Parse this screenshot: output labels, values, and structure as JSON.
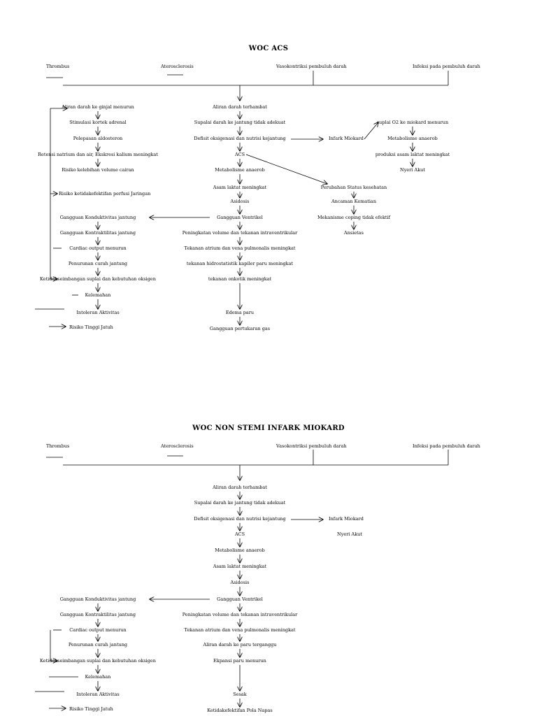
{
  "diagrams": [
    {
      "title": "WOC ACS",
      "nodes": {
        "c_thrombus": "Thrombus",
        "c_atero": "Aterosclerosis",
        "c_vaso": "Vasokontriksi pembuluh darah",
        "c_infeksi": "Infeksi pada pembuluh darah",
        "n1": "Aliran darah terhambat",
        "n2": "Supalai darah ke jantung tidak adekuat",
        "n3": "Defisit oksigenasi dan nutrisi kejantung",
        "n4": "ACS",
        "n5": "Metabolisme anaerob",
        "n6": "Asam laktat meningkat",
        "n7": "Asidosis",
        "n8": "Gangguan Ventrikel",
        "n9": "Peningkatan volume dan tekanan intraventrikular",
        "n10": "Tekanan atrium dan vena pulmonalis meningkat",
        "n11": "tekanan hidrostatistik kapiler paru meningkat",
        "n12": "tekanan onkotik meningkat",
        "n13": "Edema paru",
        "n14": "Gangguan pertukaran gas",
        "l1": "Aliran darah ke ginjal menurun",
        "l2": "Stimulasi kortek adrenal",
        "l3": "Pelepasan aldosteron",
        "l4": "Retensi natrium dan air, Ekskresi kalium meningkat",
        "l5": "Risiko kelebihan volume cairan",
        "l6": "Risiko ketidakefektifan perfusi Jaringan",
        "l7": "Gangguan Konduktivitas jantung",
        "l8": "Gangguan Kontraktilitas jantung",
        "l9": "Cardiac output menurun",
        "l10": "Penurunan curah jantung",
        "l11": "Ketidakseimbangan suplai dan kebutuhan oksigen",
        "l12": "Kelemahan",
        "l13": "Intoleran Aktivitas",
        "l14": "Risiko Tinggi Jatuh",
        "r1": "Infark Miokard",
        "r2": "suplai O2 ke miokard menurun",
        "r3": "Metabolisme anaerob",
        "r4": "produksi asam laktat meningkat",
        "r5": "Nyeri Akut",
        "r6": "Perubahan Status kesehatan",
        "r7": "Ancaman Kematian",
        "r8": "Mekanisme coping tidak efektif",
        "r9": "Ansietas"
      }
    },
    {
      "title": "WOC NON STEMI INFARK MIOKARD",
      "nodes": {
        "c_thrombus": "Thrombus",
        "c_atero": "Aterosclerosis",
        "c_vaso": "Vasokontriksi pembuluh darah",
        "c_infeksi": "Infeksi pada pembuluh darah",
        "n1": "Aliran darah terhambat",
        "n2": "Supalai darah ke jantung tidak adekuat",
        "n3": "Defisit oksigenasi dan nutrisi kejantung",
        "n4": "ACS",
        "n5": "Metabolisme anaerob",
        "n6": "Asam laktat meningkat",
        "n7": "Asidosis",
        "n8": "Gangguan Ventrikel",
        "n9": "Peningkatan volume dan tekanan intraventrikular",
        "n10": "Tekanan atrium dan vena pulmonalis meningkat",
        "n11": "Aliran darah ke paru terganggu",
        "n12": "Ekpansi paru menurun",
        "n13": "Sesak",
        "n14": "Ketidakefektifan Pola Napas",
        "l7": "Gangguan Konduktivitas jantung",
        "l8": "Gangguan Kontraktilitas jantung",
        "l9": "Cardiac output menurun",
        "l10": "Penurunan curah jantung",
        "l11": "Ketidakseimbangan suplai dan kebutuhan oksigen",
        "l12": "Kelemahan",
        "l13": "Intoleran Aktivitas",
        "l14": "Risiko Tinggi Jatuh",
        "r1": "Infark Miokard",
        "r5": "Nyeri Akut"
      }
    }
  ]
}
